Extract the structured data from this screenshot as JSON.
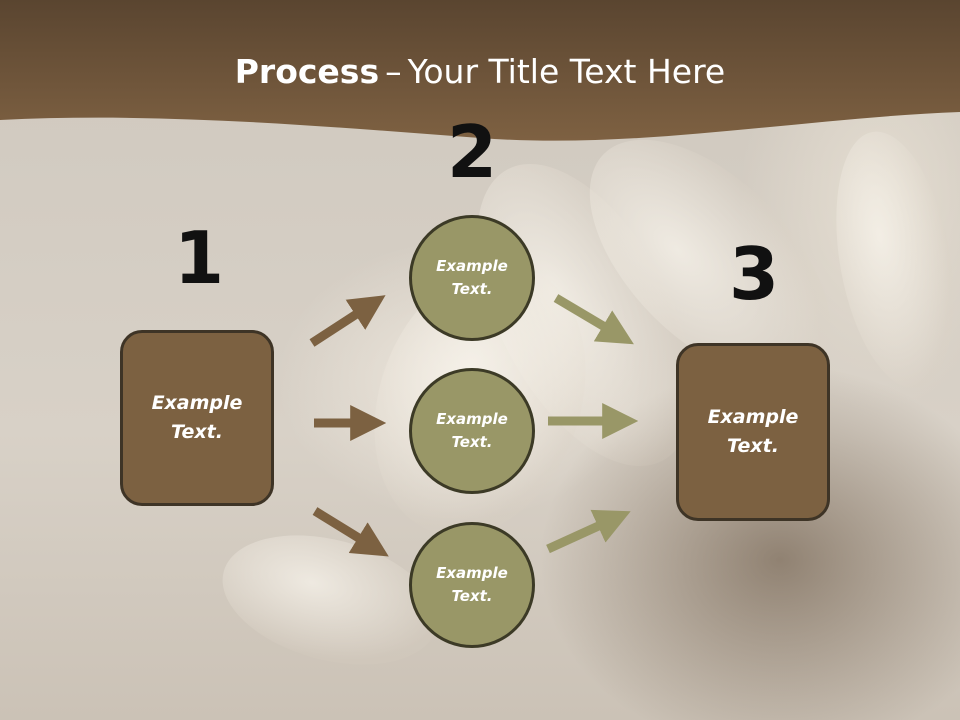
{
  "title": {
    "bold": "Process",
    "separator": "–",
    "rest": "Your Title Text Here"
  },
  "steps": {
    "step1": {
      "number": "1",
      "label": "Example\nText."
    },
    "step2": {
      "number": "2",
      "items": [
        {
          "label": "Example\nText."
        },
        {
          "label": "Example\nText."
        },
        {
          "label": "Example\nText."
        }
      ]
    },
    "step3": {
      "number": "3",
      "label": "Example\nText."
    }
  },
  "colors": {
    "header": "#7a5e40",
    "box_fill": "#7c6141",
    "circle_fill": "#999767",
    "arrow_brown": "#7c6141",
    "arrow_olive": "#999767"
  }
}
